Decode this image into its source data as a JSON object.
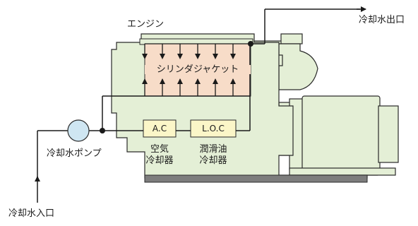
{
  "labels": {
    "engine": "エンジン",
    "outlet": "冷却水出口",
    "inlet": "冷却水入口",
    "pump": "冷却水ポンプ",
    "cylinder_jacket": "シリンダジャケット",
    "air_cooler_box": "A.C",
    "oil_cooler_box": "L.O.C",
    "air_cooler_line1": "空気",
    "air_cooler_line2": "冷却器",
    "oil_cooler_line1": "潤滑油",
    "oil_cooler_line2": "冷却器"
  },
  "colors": {
    "engine_body": "#e4efd6",
    "engine_outline": "#2a2a2a",
    "jacket_fill": "#f7dcc8",
    "cooler_fill": "#fbf6c8",
    "base_plate": "#7d7d7d",
    "pump_fill": "#cfe6f2",
    "pipe": "#1a1a1a"
  }
}
